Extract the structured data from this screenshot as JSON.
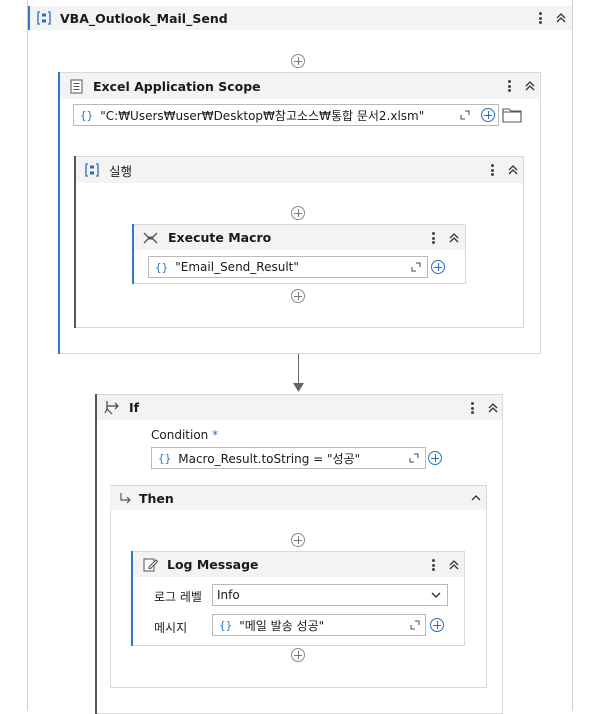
{
  "sequence": {
    "title": "VBA_Outlook_Mail_Send"
  },
  "excel_scope": {
    "title": "Excel Application Scope",
    "path_value": "\"C:₩Users₩user₩Desktop₩참고소스₩통합 문서2.xlsm\""
  },
  "do_block": {
    "title": "실행"
  },
  "execute_macro": {
    "title": "Execute Macro",
    "macro_value": "\"Email_Send_Result\""
  },
  "if_block": {
    "title": "If",
    "condition_label": "Condition",
    "required_marker": "*",
    "condition_value": "Macro_Result.toString = \"성공\""
  },
  "then_block": {
    "title": "Then"
  },
  "log_message": {
    "title": "Log Message",
    "level_label": "로그 레벨",
    "level_value": "Info",
    "message_label": "메시지",
    "message_value": "\"메일 발송 성공\""
  },
  "braces_glyph": "{}",
  "colors": {
    "accent": "#2d78c8",
    "header_bg": "#f3f3f3",
    "border": "#d8d8d8"
  },
  "icons": [
    "sequence-icon",
    "excel-scope-icon",
    "execute-macro-icon",
    "if-icon",
    "then-arrow-icon",
    "log-message-icon",
    "kebab-menu-icon",
    "collapse-chevron-icon",
    "add-activity-icon",
    "expand-editor-icon",
    "folder-icon",
    "dropdown-chevron-icon"
  ]
}
